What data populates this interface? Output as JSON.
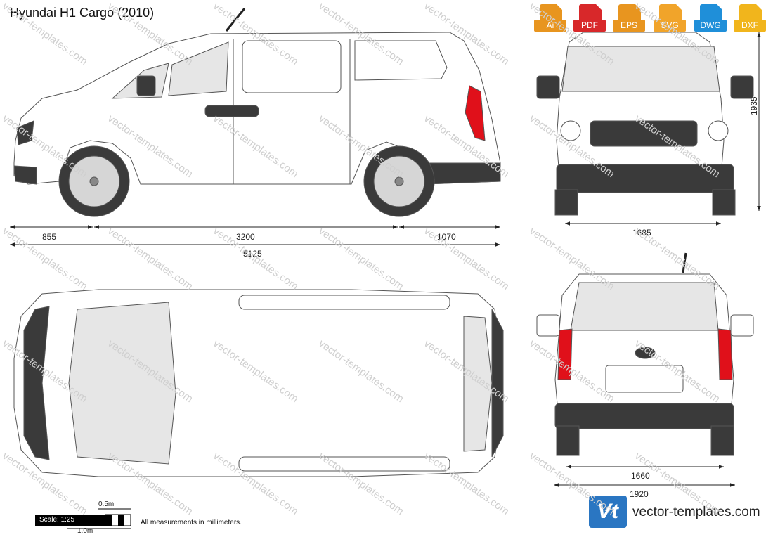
{
  "title": "Hyundai H1 Cargo (2010)",
  "formats": [
    {
      "label": "Ai",
      "color": "#e8951f"
    },
    {
      "label": "PDF",
      "color": "#d8282a"
    },
    {
      "label": "EPS",
      "color": "#e8951f"
    },
    {
      "label": "SVG",
      "color": "#f1a42a"
    },
    {
      "label": "DWG",
      "color": "#1f8fd9"
    },
    {
      "label": "DXF",
      "color": "#f1b51c"
    }
  ],
  "format_icon": "file-icon",
  "dimensions": {
    "front_overhang": "855",
    "wheelbase": "3200",
    "rear_overhang": "1070",
    "overall_length": "5125",
    "front_track": "1685",
    "height": "1935",
    "rear_track": "1660",
    "overall_width": "1920"
  },
  "scale": {
    "label": "Scale: 1:25",
    "half_meter": "0.5m",
    "one_meter": "1.0m"
  },
  "note": "All measurements in millimeters.",
  "brand": {
    "logo": "Vt",
    "name": "vector-templates.com"
  },
  "watermark": "vector-templates.com",
  "colors": {
    "taillight": "#e0101a",
    "tire": "#3a3a3a",
    "glass": "#e6e6e6",
    "line": "#555555"
  }
}
